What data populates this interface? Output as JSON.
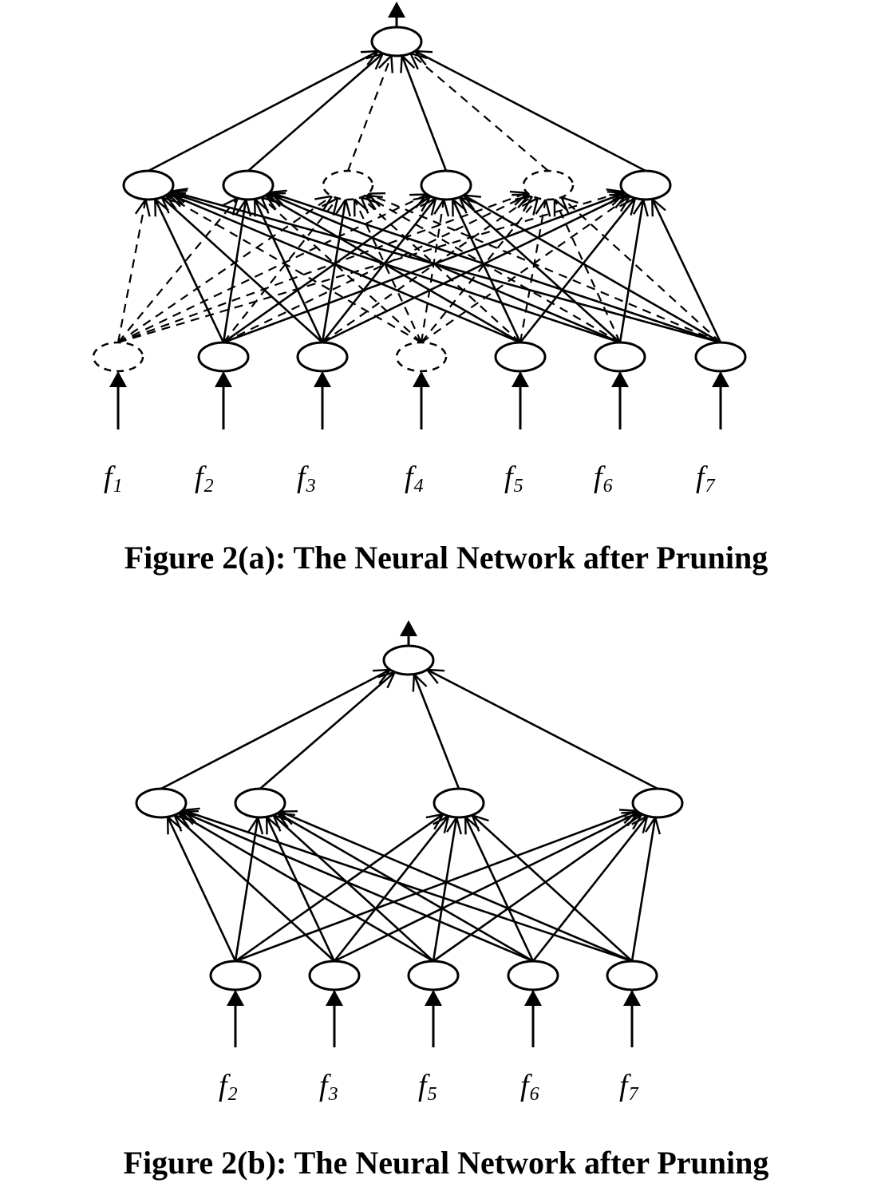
{
  "figures": [
    {
      "id": "a",
      "caption": "Figure 2(a): The Neural Network after Pruning",
      "input_labels": [
        {
          "base": "f",
          "sub": "1"
        },
        {
          "base": "f",
          "sub": "2"
        },
        {
          "base": "f",
          "sub": "3"
        },
        {
          "base": "f",
          "sub": "4"
        },
        {
          "base": "f",
          "sub": "5"
        },
        {
          "base": "f",
          "sub": "6"
        },
        {
          "base": "f",
          "sub": "7"
        }
      ],
      "pruned_inputs": [
        1,
        4
      ],
      "pruned_hidden": [
        3,
        5
      ],
      "hidden_count": 6,
      "kept_input_to_hidden": [
        [
          2,
          1
        ],
        [
          2,
          2
        ],
        [
          2,
          4
        ],
        [
          2,
          6
        ],
        [
          3,
          1
        ],
        [
          3,
          2
        ],
        [
          3,
          3
        ],
        [
          3,
          4
        ],
        [
          3,
          6
        ],
        [
          5,
          1
        ],
        [
          5,
          2
        ],
        [
          5,
          4
        ],
        [
          5,
          6
        ],
        [
          6,
          1
        ],
        [
          6,
          2
        ],
        [
          6,
          4
        ],
        [
          6,
          6
        ],
        [
          7,
          1
        ],
        [
          7,
          2
        ],
        [
          7,
          4
        ],
        [
          7,
          6
        ]
      ]
    },
    {
      "id": "b",
      "caption": "Figure 2(b): The Neural Network after Pruning",
      "input_labels": [
        {
          "base": "f",
          "sub": "2"
        },
        {
          "base": "f",
          "sub": "3"
        },
        {
          "base": "f",
          "sub": "5"
        },
        {
          "base": "f",
          "sub": "6"
        },
        {
          "base": "f",
          "sub": "7"
        }
      ],
      "hidden_count": 4
    }
  ]
}
